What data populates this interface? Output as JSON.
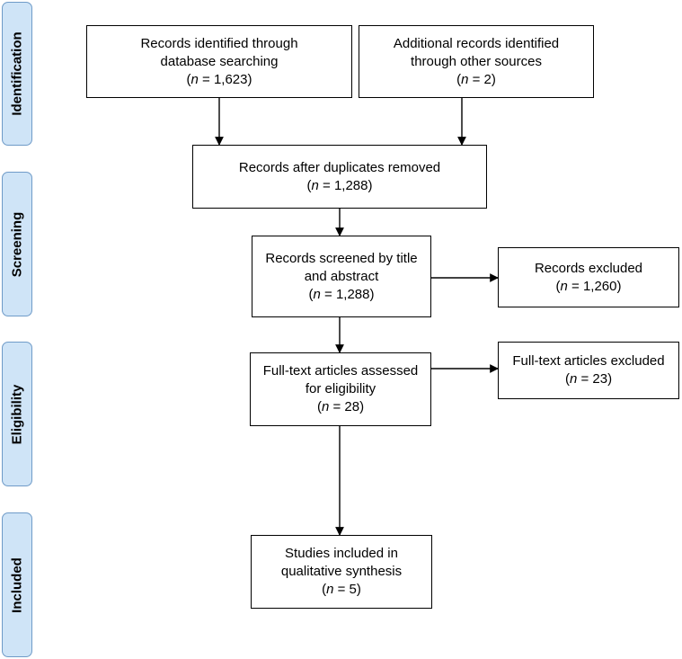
{
  "phases": {
    "identification": "Identification",
    "screening": "Screening",
    "eligibility": "Eligibility",
    "included": "Included"
  },
  "boxes": {
    "database_records": {
      "lines": [
        "Records identified through",
        "database searching"
      ],
      "n_label": "n",
      "n_value": "= 1,623)"
    },
    "additional_records": {
      "lines": [
        "Additional records identified",
        "through other sources"
      ],
      "n_label": "n",
      "n_value": "= 2)"
    },
    "after_duplicates": {
      "lines": [
        "Records after duplicates removed"
      ],
      "n_label": "n",
      "n_value": "= 1,288)"
    },
    "screened": {
      "lines": [
        "Records screened by title",
        "and abstract"
      ],
      "n_label": "n",
      "n_value": "= 1,288)"
    },
    "excluded": {
      "lines": [
        "Records excluded"
      ],
      "n_label": "n",
      "n_value": "= 1,260)"
    },
    "fulltext_assessed": {
      "lines": [
        "Full-text articles assessed",
        "for eligibility"
      ],
      "n_label": "n",
      "n_value": "= 28)"
    },
    "fulltext_excluded": {
      "lines": [
        "Full-text articles excluded"
      ],
      "n_label": "n",
      "n_value": "= 23)"
    },
    "included_studies": {
      "lines": [
        "Studies included in",
        "qualitative synthesis"
      ],
      "n_label": "n",
      "n_value": "= 5)"
    }
  },
  "colors": {
    "phase_fill": "#cfe4f7",
    "phase_border": "#6f9bc8",
    "line": "#000000"
  }
}
